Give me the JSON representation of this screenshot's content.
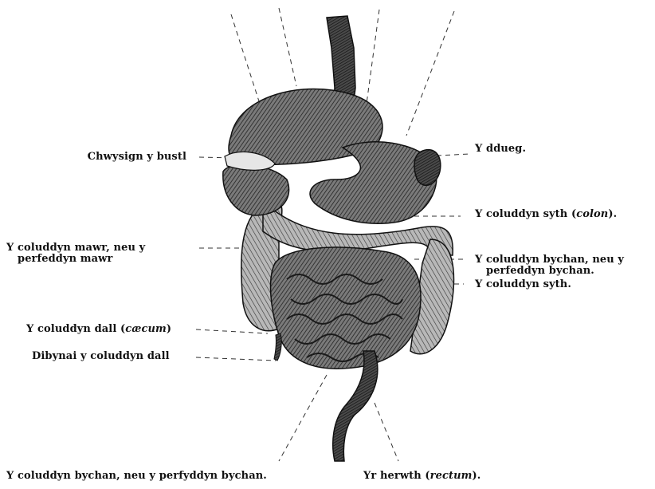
{
  "labels": {
    "gall_bladder": "Chwysign y bustl",
    "spleen": "Y ddueg.",
    "colon": {
      "text": "Y coluddyn syth (",
      "italic": "colon",
      "end": ")."
    },
    "large_intestine": {
      "line1": "Y  coluddyn  mawr,  neu  y",
      "line2": "perfeddyn mawr"
    },
    "small_intestine_right": {
      "line1": "Y  coluddyn  bychan,  neu  y",
      "line2": "perfeddyn bychan."
    },
    "straight_intestine": "Y coluddyn syth.",
    "caecum": {
      "text": "Y coluddyn dall (",
      "italic": "cæcum",
      "end": ")"
    },
    "appendix": "Dibynai y coluddyn dall",
    "small_intestine_bottom": "Y coluddyn bychan, neu y perfyddyn bychan.",
    "rectum": {
      "text": "Yr herwth (",
      "italic": "rectum",
      "end": ")."
    }
  },
  "colors": {
    "ink": "#1a1a1a",
    "organ_dark": "#2b2b2b",
    "organ_mid": "#6a6a6a",
    "organ_light": "#a9a9a9"
  }
}
